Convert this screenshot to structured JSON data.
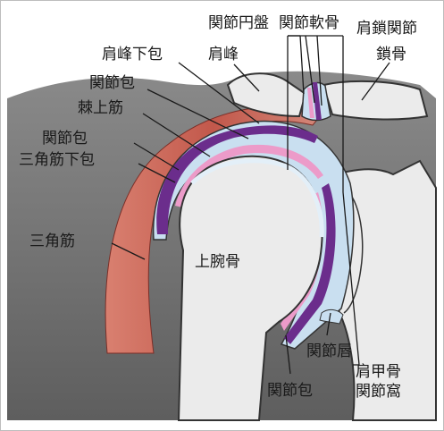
{
  "labels": {
    "articular_disc": "関節円盤",
    "articular_cartilage": "関節軟骨",
    "ac_joint": "肩鎖関節",
    "subacromial_bursa": "肩峰下包",
    "acromion": "肩峰",
    "clavicle": "鎖骨",
    "joint_capsule_upper": "関節包",
    "supraspinatus": "棘上筋",
    "joint_capsule_mid": "関節包",
    "subdeltoid_bursa": "三角筋下包",
    "deltoid": "三角筋",
    "humerus": "上腕骨",
    "labrum": "関節唇",
    "glenoid_line1": "肩甲骨",
    "glenoid_line2": "関節窩",
    "joint_capsule_lower": "関節包"
  },
  "colors": {
    "deltoid": "#c2584b",
    "bone": "#ebebeb",
    "bone_outline": "#333333",
    "capsule_blue": "#c9dff0",
    "synovium_purple": "#6b2d8c",
    "cartilage_pink": "#ec9bc9",
    "background_gray": "#6a6a6a"
  }
}
